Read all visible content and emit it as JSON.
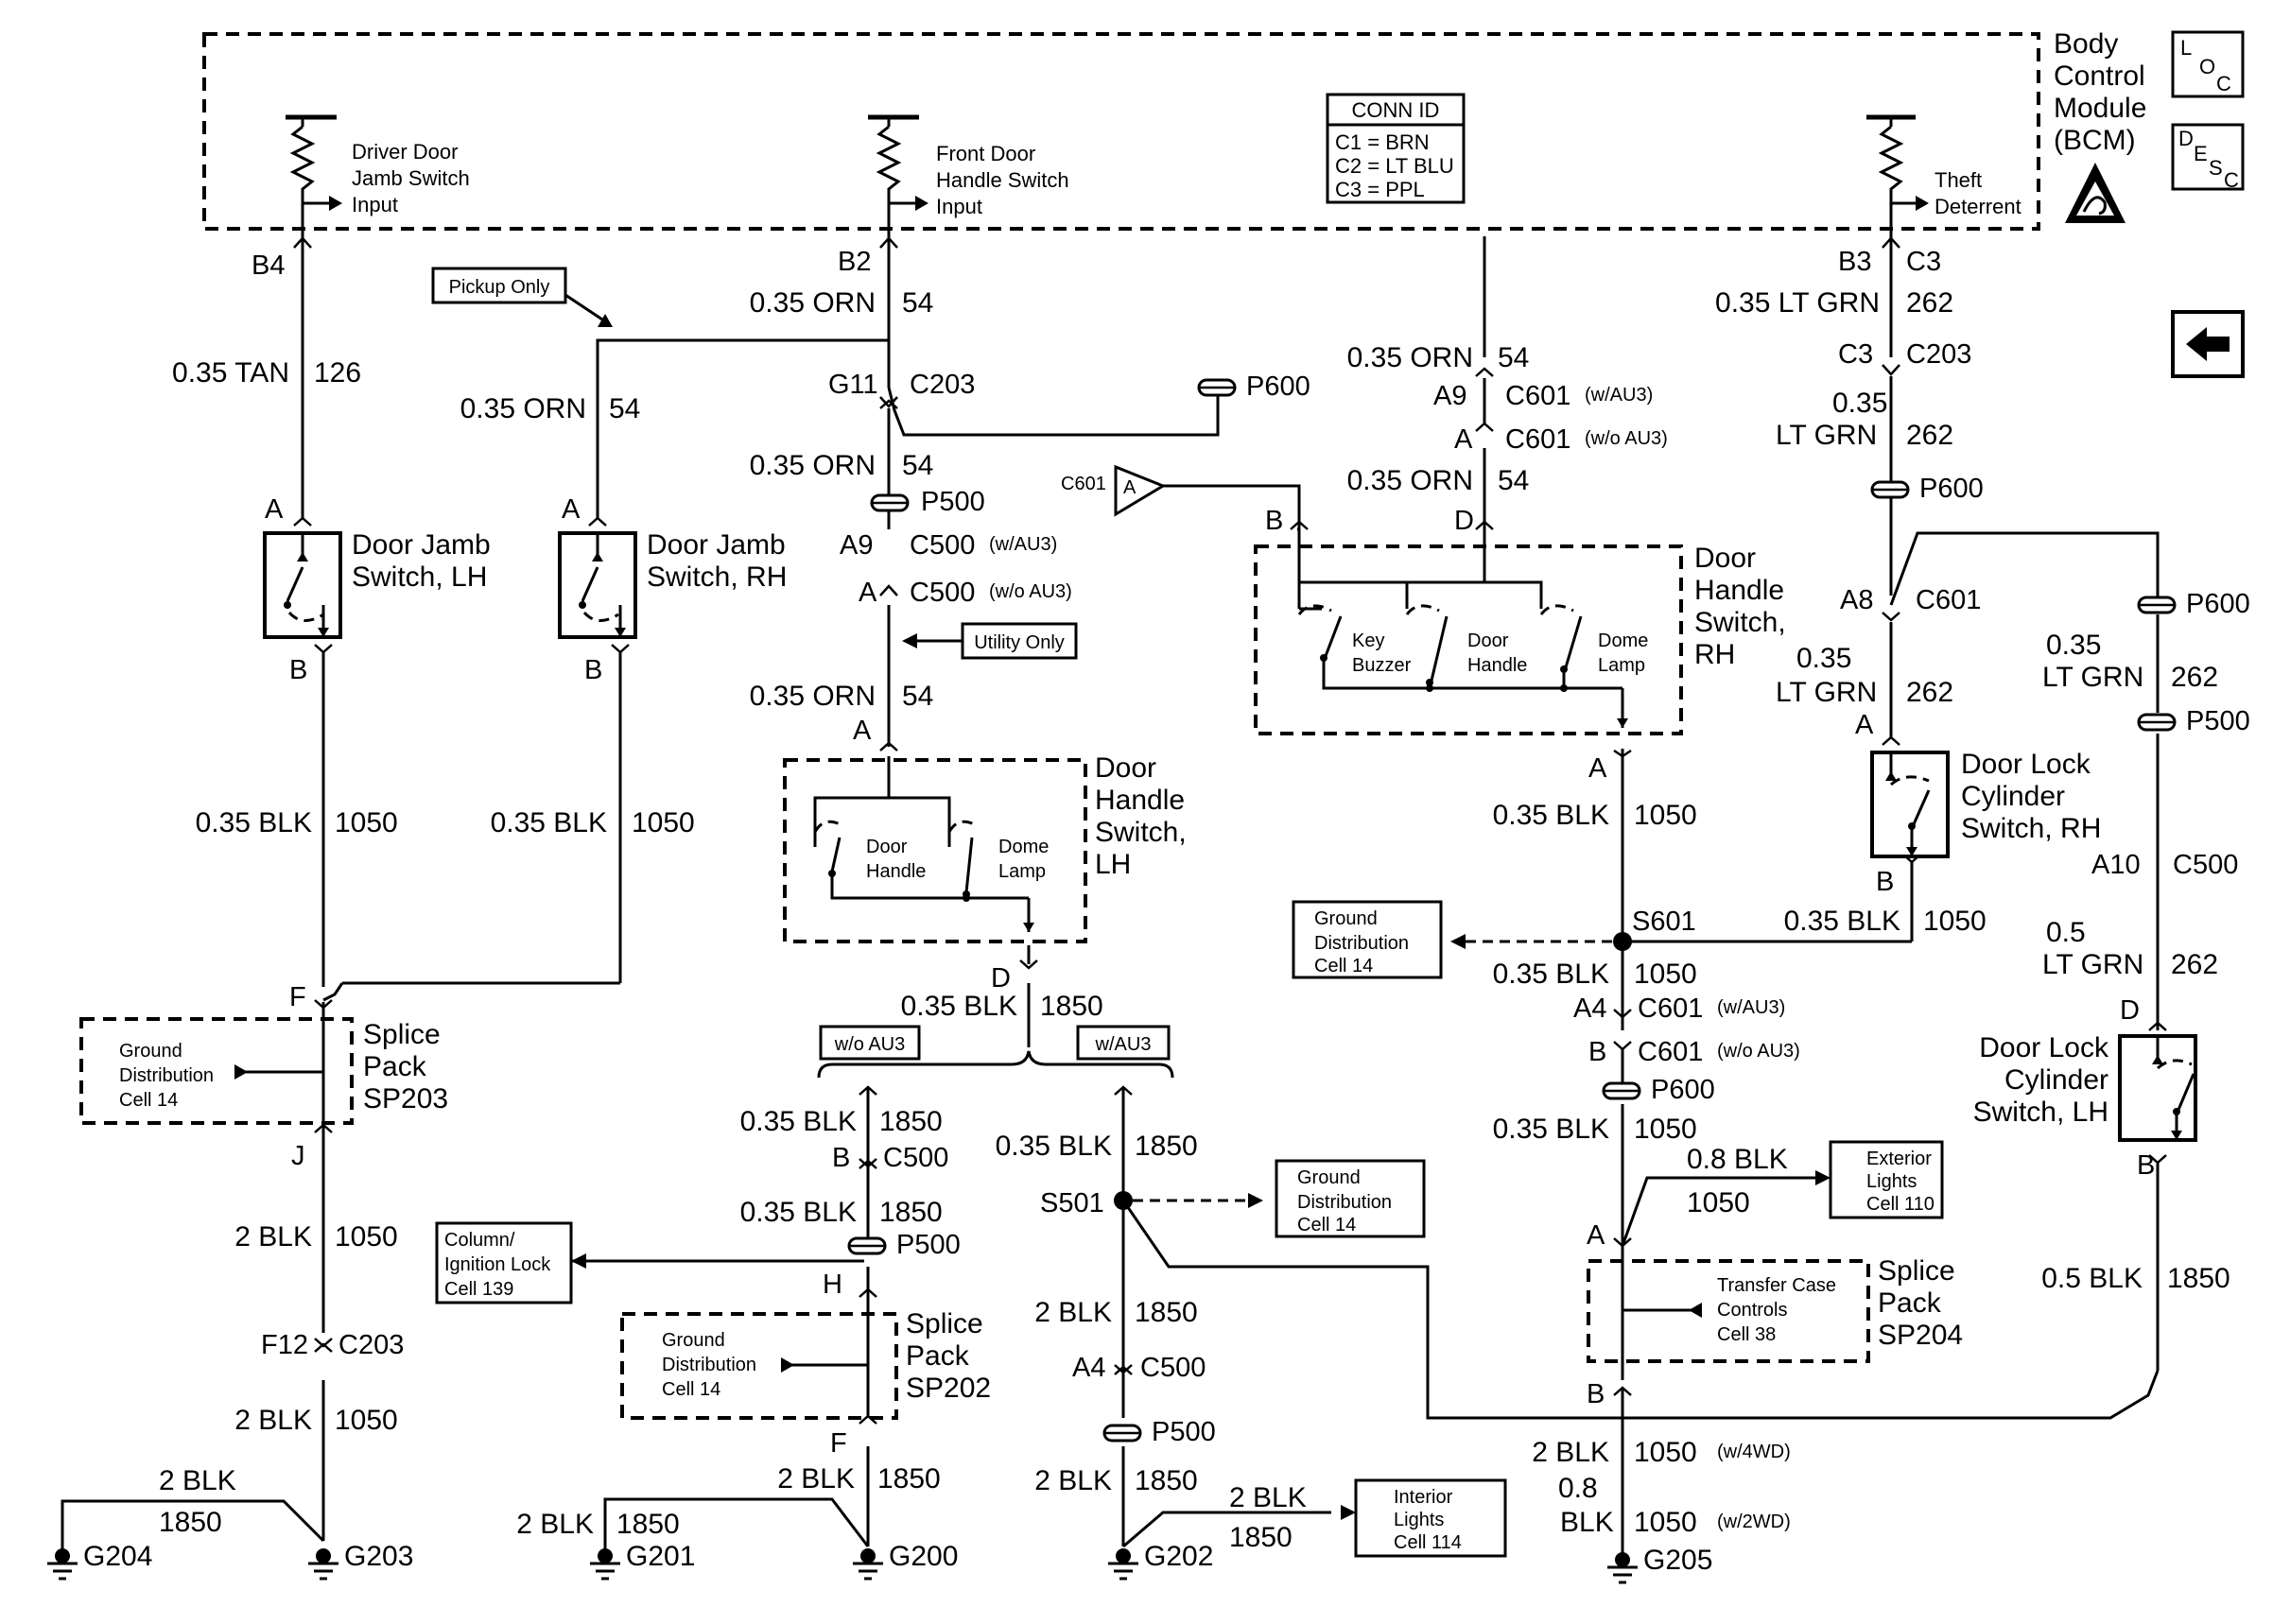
{
  "module": {
    "title": [
      "Body",
      "Control",
      "Module",
      "(BCM)"
    ]
  },
  "conn_id": {
    "title": "CONN ID",
    "rows": [
      "C1 = BRN",
      "C2 = LT BLU",
      "C3 = PPL"
    ]
  },
  "bcm_inputs": {
    "driver": [
      "Driver Door",
      "Jamb Switch",
      "Input"
    ],
    "front": [
      "Front Door",
      "Handle Switch",
      "Input"
    ],
    "theft": [
      "Theft",
      "Deterrent"
    ]
  },
  "pins": {
    "b4": "B4",
    "b2": "B2",
    "b3": "B3",
    "c3": "C3",
    "c3b": "C3",
    "c203": "C203",
    "g11": "G11",
    "c203b": "C203",
    "c203c": "C203",
    "a9": "A9",
    "c500wau3": "C500",
    "a": "A",
    "c500woau3": "C500",
    "a9b": "A9",
    "c601wau3": "C601",
    "ab": "A",
    "c601woau3": "C601",
    "a8": "A8",
    "c601b": "C601",
    "a10": "A10",
    "c500b": "C500",
    "a4": "A4",
    "c601c": "C601",
    "bb": "B",
    "c601d": "C601",
    "b_c500": "B",
    "c500c": "C500",
    "a4b": "A4",
    "c500d": "C500",
    "f12": "F12",
    "pin_a_lh": "A",
    "pin_b_lh": "B",
    "pin_a_rh": "A",
    "pin_b_rh": "B",
    "pin_f": "F",
    "pin_j": "J",
    "pin_a_dh": "A",
    "pin_d_dh": "D",
    "pin_b_rhs": "B",
    "pin_d_rhs": "D",
    "pin_a_rhs": "A",
    "pin_a_cyl": "A",
    "pin_b_cyl": "B",
    "pin_d_cyl": "D",
    "pin_b_cyl2": "B",
    "pin_h": "H",
    "pin_f2": "F",
    "pin_a_sp204": "A",
    "pin_b_sp204": "B"
  },
  "qualifiers": {
    "w_au3": "(w/AU3)",
    "wo_au3": "(w/o AU3)",
    "w_4wd": "(w/4WD)",
    "w_2wd": "(w/2WD)"
  },
  "wires": {
    "w1": {
      "gauge": "0.35 TAN",
      "circuit": "126"
    },
    "w2": {
      "gauge": "0.35 ORN",
      "circuit": "54"
    },
    "w3": {
      "gauge": "0.35 ORN",
      "circuit": "54"
    },
    "w4": {
      "gauge": "0.35 ORN",
      "circuit": "54"
    },
    "w5": {
      "gauge": "0.35 ORN",
      "circuit": "54"
    },
    "w6": {
      "gauge": "0.35 ORN",
      "circuit": "54"
    },
    "w7": {
      "gauge": "0.35 ORN",
      "circuit": "54"
    },
    "w8": {
      "gauge": "0.35 LT GRN",
      "circuit": "262"
    },
    "w9": {
      "gauge": [
        "0.35",
        "LT GRN"
      ],
      "circuit": "262"
    },
    "w10": {
      "gauge": [
        "0.35",
        "LT GRN"
      ],
      "circuit": "262"
    },
    "w11": {
      "gauge": [
        "0.35",
        "LT GRN"
      ],
      "circuit": "262"
    },
    "w12": {
      "gauge": [
        "0.5",
        "LT GRN"
      ],
      "circuit": "262"
    },
    "w13": {
      "gauge": "0.35 BLK",
      "circuit": "1050"
    },
    "w14": {
      "gauge": "0.35 BLK",
      "circuit": "1050"
    },
    "w15": {
      "gauge": "0.35 BLK",
      "circuit": "1050"
    },
    "w16": {
      "gauge": "0.35 BLK",
      "circuit": "1050"
    },
    "w17": {
      "gauge": "0.35 BLK",
      "circuit": "1050"
    },
    "w18": {
      "gauge": "0.35 BLK",
      "circuit": "1050"
    },
    "w19": {
      "gauge": "0.35 BLK",
      "circuit": "1850"
    },
    "w20": {
      "gauge": "0.35  BLK",
      "circuit": "1850"
    },
    "w21": {
      "gauge": "0.35  BLK",
      "circuit": "1850"
    },
    "w22": {
      "gauge": "0.35  BLK",
      "circuit": "1850"
    },
    "w23": {
      "gauge": "2 BLK",
      "circuit": "1050"
    },
    "w24": {
      "gauge": "2 BLK",
      "circuit": "1050"
    },
    "w25": {
      "gauge": "2 BLK",
      "circuit": "1850"
    },
    "w26": {
      "gauge": "2 BLK",
      "circuit": "1850"
    },
    "w27": {
      "gauge": "2 BLK",
      "circuit": "1850"
    },
    "w28": {
      "gauge": "2 BLK",
      "circuit": "1850"
    },
    "w29": {
      "gauge": "2 BLK",
      "circuit": "1850"
    },
    "w30": {
      "gauge": "2 BLK",
      "circuit": "1850"
    },
    "w31": {
      "gauge": "0.8 BLK",
      "circuit": "1050"
    },
    "w32": {
      "gauge": "0.5 BLK",
      "circuit": "1850"
    },
    "w33": {
      "gauge": "2 BLK",
      "circuit": "1050"
    },
    "w34": {
      "gauge": [
        "0.8",
        "BLK"
      ],
      "circuit": "1050"
    }
  },
  "inline": {
    "p500": "P500",
    "p600": "P600",
    "p600b": "P600",
    "p600c": "P600",
    "p500b": "P500",
    "p600d": "P600",
    "p500c": "P500",
    "p500d": "P500"
  },
  "splices": {
    "s601": "S601",
    "s501": "S501"
  },
  "grounds": [
    "G204",
    "G203",
    "G201",
    "G200",
    "G202",
    "G205"
  ],
  "components": {
    "djs_lh": [
      "Door Jamb",
      "Switch, LH"
    ],
    "djs_rh": [
      "Door Jamb",
      "Switch, RH"
    ],
    "dhs_lh": [
      "Door",
      "Handle",
      "Switch,",
      "LH"
    ],
    "dhs_rh": [
      "Door",
      "Handle",
      "Switch,",
      "RH"
    ],
    "dlc_rh": [
      "Door Lock",
      "Cylinder",
      "Switch, RH"
    ],
    "dlc_lh": [
      "Door Lock",
      "Cylinder",
      "Switch, LH"
    ],
    "sp203": [
      "Splice",
      "Pack",
      "SP203"
    ],
    "sp202": [
      "Splice",
      "Pack",
      "SP202"
    ],
    "sp204": [
      "Splice",
      "Pack",
      "SP204"
    ],
    "door_handle": [
      "Door",
      "Handle"
    ],
    "dome_lamp": [
      "Dome",
      "Lamp"
    ],
    "key_buzzer": [
      "Key",
      "Buzzer"
    ]
  },
  "refs": {
    "pickup": "Pickup Only",
    "utility": "Utility Only",
    "wo_au3": "w/o AU3",
    "w_au3": "w/AU3",
    "c601_ref": "C601",
    "a_ref": "A",
    "gnd14": [
      "Ground",
      "Distribution",
      "Cell 14"
    ],
    "column": [
      "Column/",
      "Ignition Lock",
      "Cell 139"
    ],
    "exterior": [
      "Exterior",
      "Lights",
      "Cell 110"
    ],
    "interior": [
      "Interior",
      "Lights",
      "Cell 114"
    ],
    "transfer": [
      "Transfer Case",
      "Controls",
      "Cell 38"
    ]
  },
  "nav": {
    "loc": [
      "L",
      "O",
      "C"
    ],
    "desc": [
      "D",
      "E",
      "S",
      "C"
    ],
    "back_icon": "left-arrow-icon",
    "esd_icon": "esd-warning-icon"
  }
}
